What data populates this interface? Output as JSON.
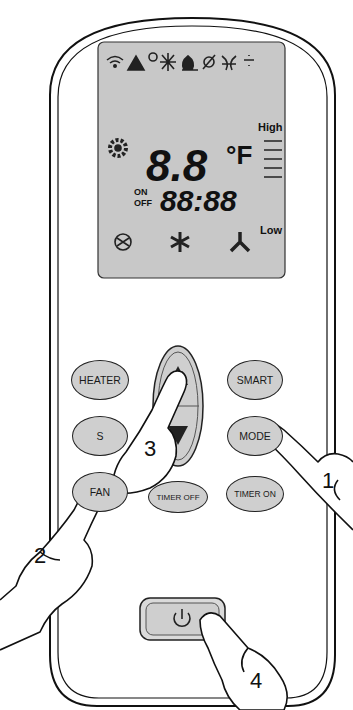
{
  "diagram": {
    "nodes": [
      {
        "text": [
          "8.8",
          "°F",
          "ON",
          "OFF",
          "88:88",
          "High",
          "Low"
        ]
      },
      {
        "text": [
          "HEATER"
        ]
      },
      {
        "text": [
          "SMART"
        ]
      },
      {
        "text": [
          "S"
        ]
      },
      {
        "text": [
          "MODE"
        ]
      },
      {
        "text": [
          "FAN"
        ]
      },
      {
        "text": [
          "TIMER OFF"
        ]
      },
      {
        "text": [
          "TIMER ON"
        ]
      }
    ],
    "labels": [
      "1",
      "2",
      "3",
      "4"
    ]
  }
}
